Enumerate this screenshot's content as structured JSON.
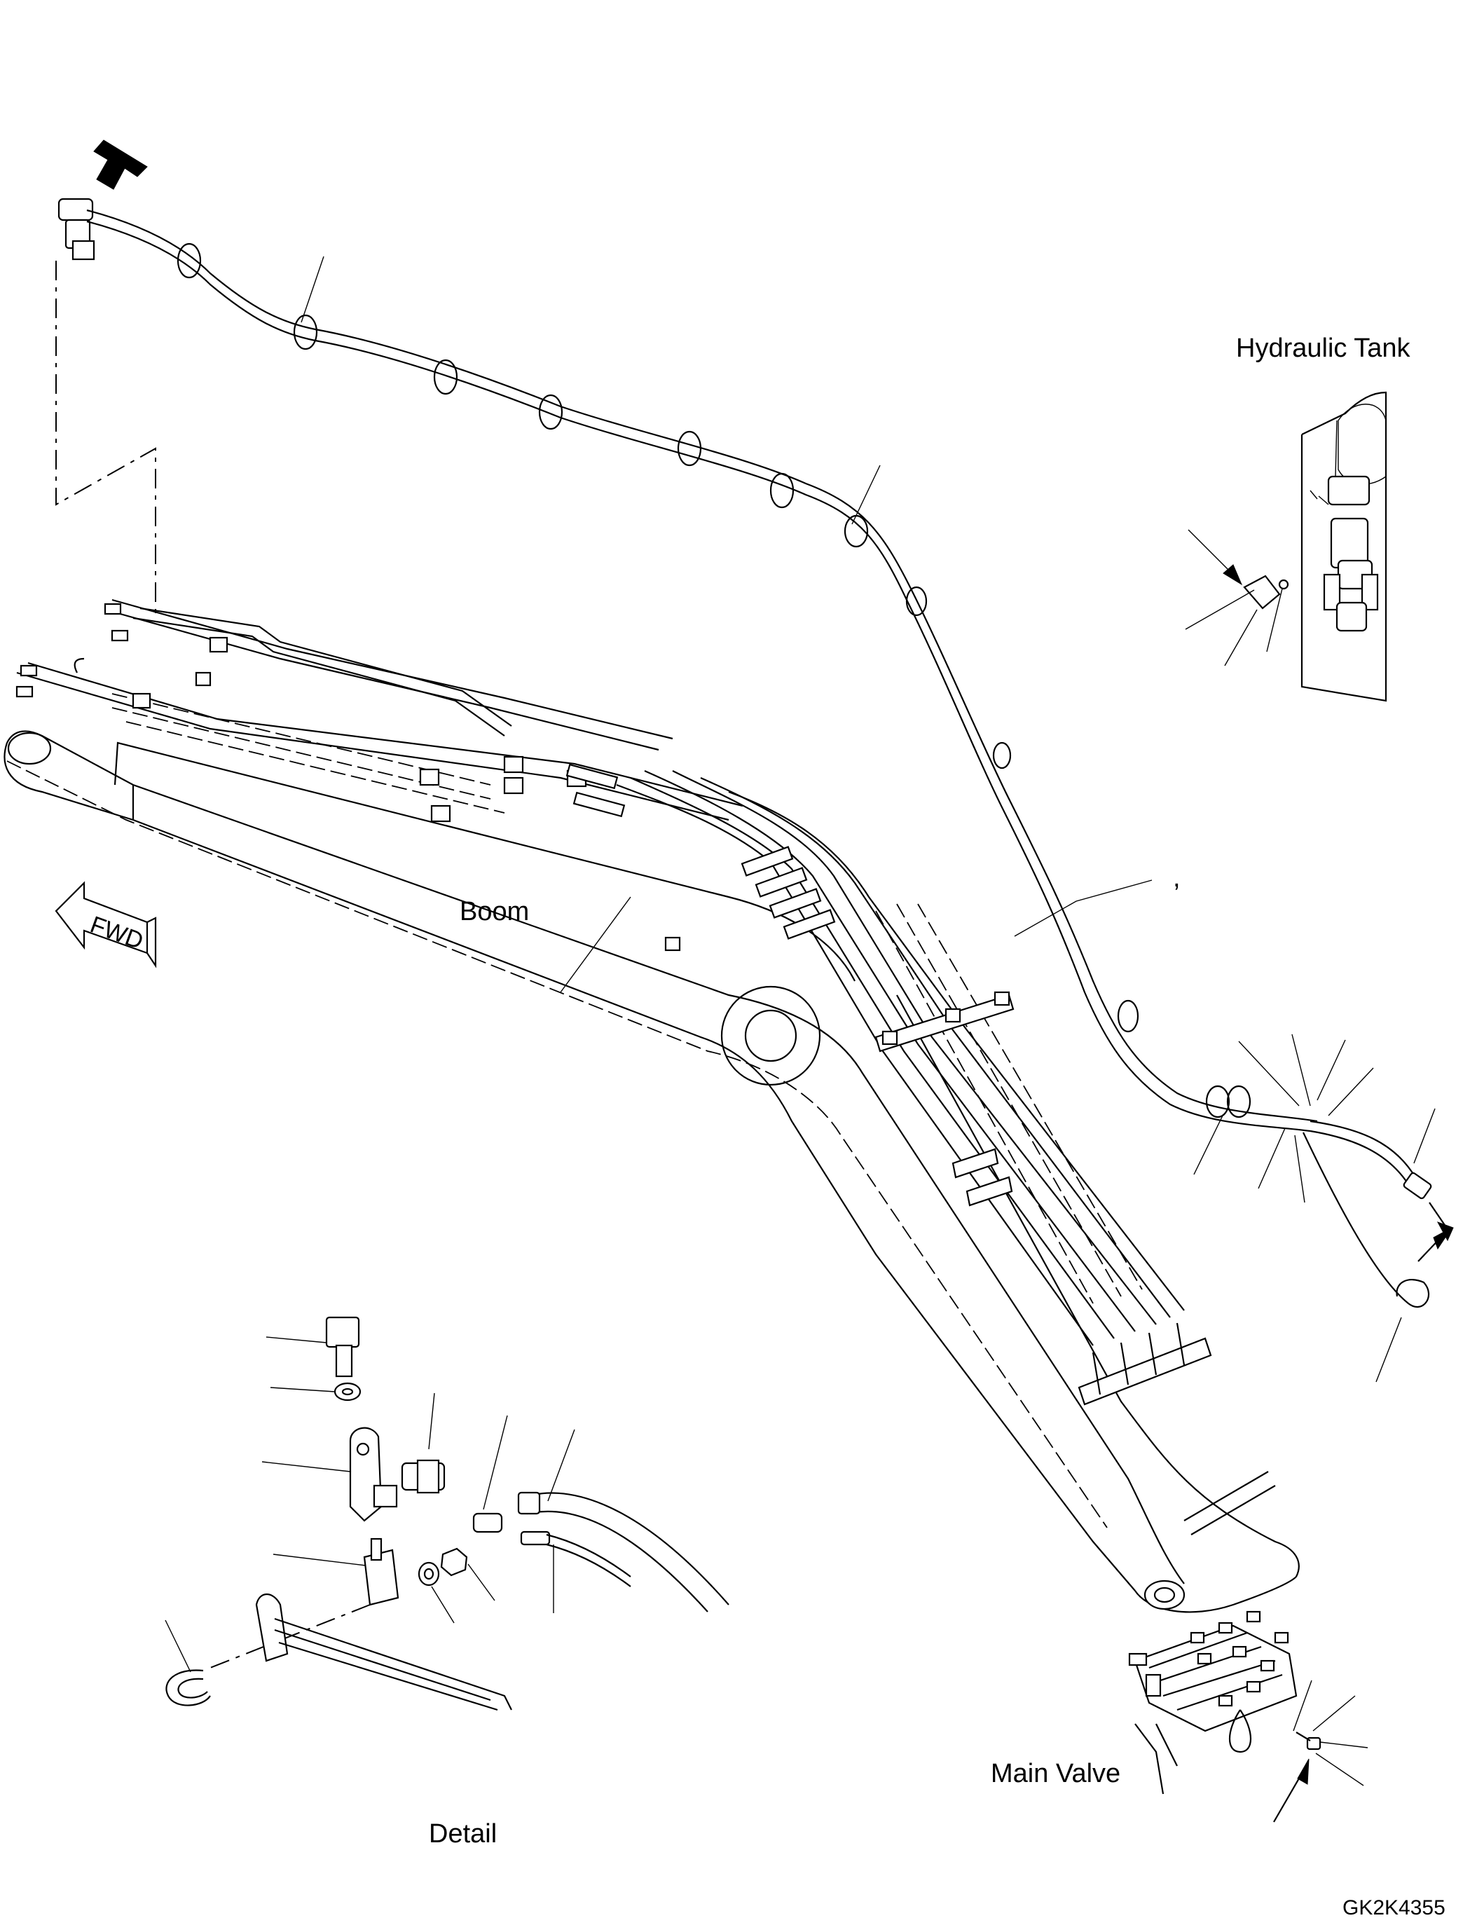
{
  "labels": {
    "hydraulic_tank": "Hydraulic Tank",
    "boom": "Boom",
    "main_valve": "Main Valve",
    "detail": "Detail",
    "drawing_code": "GK2K4355",
    "comma_mark": ","
  },
  "icons": {
    "forward_arrow": "FWD",
    "pointer_arrow": "arrow-icon"
  },
  "colors": {
    "line": "#000000",
    "background": "#ffffff"
  }
}
